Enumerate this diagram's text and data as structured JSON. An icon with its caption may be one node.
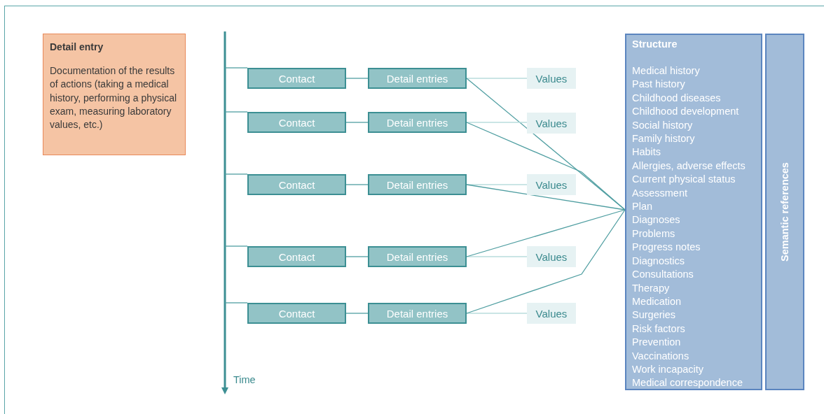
{
  "diagram": {
    "nodes": [
      {
        "text": [
          "Detail entry",
          "Documentation of the results of actions (taking a medical history, performing a physical exam, measuring laboratory values, etc.)"
        ]
      },
      {
        "text": [
          "Contact"
        ]
      },
      {
        "text": [
          "Detail entries"
        ]
      },
      {
        "text": [
          "Values"
        ]
      },
      {
        "text": [
          "Contact"
        ]
      },
      {
        "text": [
          "Detail entries"
        ]
      },
      {
        "text": [
          "Values"
        ]
      },
      {
        "text": [
          "Contact"
        ]
      },
      {
        "text": [
          "Detail entries"
        ]
      },
      {
        "text": [
          "Values"
        ]
      },
      {
        "text": [
          "Contact"
        ]
      },
      {
        "text": [
          "Detail entries"
        ]
      },
      {
        "text": [
          "Values"
        ]
      },
      {
        "text": [
          "Contact"
        ]
      },
      {
        "text": [
          "Detail entries"
        ]
      },
      {
        "text": [
          "Values"
        ]
      },
      {
        "text": [
          "Structure",
          "Medical history",
          "Past history",
          "Childhood diseases",
          "Childhood development",
          "Social history",
          "Family history",
          "Habits",
          "Allergies, adverse effects",
          "Current physical status",
          "Assessment",
          "Plan",
          "Diagnoses",
          "Problems",
          "Progress notes",
          "Diagnostics",
          "Consultations",
          "Therapy",
          "Medication",
          "Surgeries",
          "Risk factors",
          "Prevention",
          "Vaccinations",
          "Work incapacity",
          "Medical correspondence"
        ]
      },
      {
        "text": [
          "Semantic references"
        ]
      }
    ],
    "edges": [
      {
        "from": null,
        "to": 1,
        "arrow": "none"
      },
      {
        "from": 1,
        "to": 2,
        "arrow": "none"
      },
      {
        "from": 2,
        "to": 3,
        "arrow": "none",
        "color": "#b8dcdd"
      },
      {
        "from": 2,
        "to": 16,
        "arrow": "none"
      },
      {
        "from": null,
        "to": 4,
        "arrow": "none"
      },
      {
        "from": 4,
        "to": 5,
        "arrow": "none"
      },
      {
        "from": 5,
        "to": 6,
        "arrow": "none",
        "color": "#b8dcdd"
      },
      {
        "from": 5,
        "to": 16,
        "arrow": "none"
      },
      {
        "from": null,
        "to": 7,
        "arrow": "none"
      },
      {
        "from": 7,
        "to": 8,
        "arrow": "none"
      },
      {
        "from": 8,
        "to": 9,
        "arrow": "none",
        "color": "#b8dcdd"
      },
      {
        "from": 8,
        "to": 16,
        "arrow": "none"
      },
      {
        "from": null,
        "to": 10,
        "arrow": "none"
      },
      {
        "from": 10,
        "to": 11,
        "arrow": "none"
      },
      {
        "from": 11,
        "to": 12,
        "arrow": "none",
        "color": "#b8dcdd"
      },
      {
        "from": 11,
        "to": 16,
        "arrow": "none"
      },
      {
        "from": null,
        "to": 13,
        "arrow": "none"
      },
      {
        "from": 13,
        "to": 14,
        "arrow": "none"
      },
      {
        "from": 14,
        "to": 15,
        "arrow": "none",
        "color": "#b8dcdd"
      },
      {
        "from": 14,
        "to": 16,
        "arrow": "none"
      }
    ],
    "labels": [
      "Time"
    ]
  }
}
